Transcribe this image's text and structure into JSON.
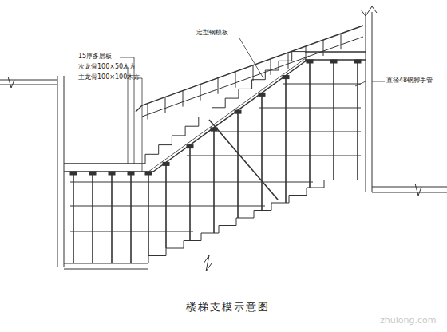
{
  "diagram": {
    "caption": "楼梯支模示意图",
    "labels": [
      "15厚多层板",
      "次龙骨100×50木方",
      "主龙骨100×100木方",
      "定型钢模板",
      "直径48钢脚手管",
      "zhulong.com"
    ]
  }
}
